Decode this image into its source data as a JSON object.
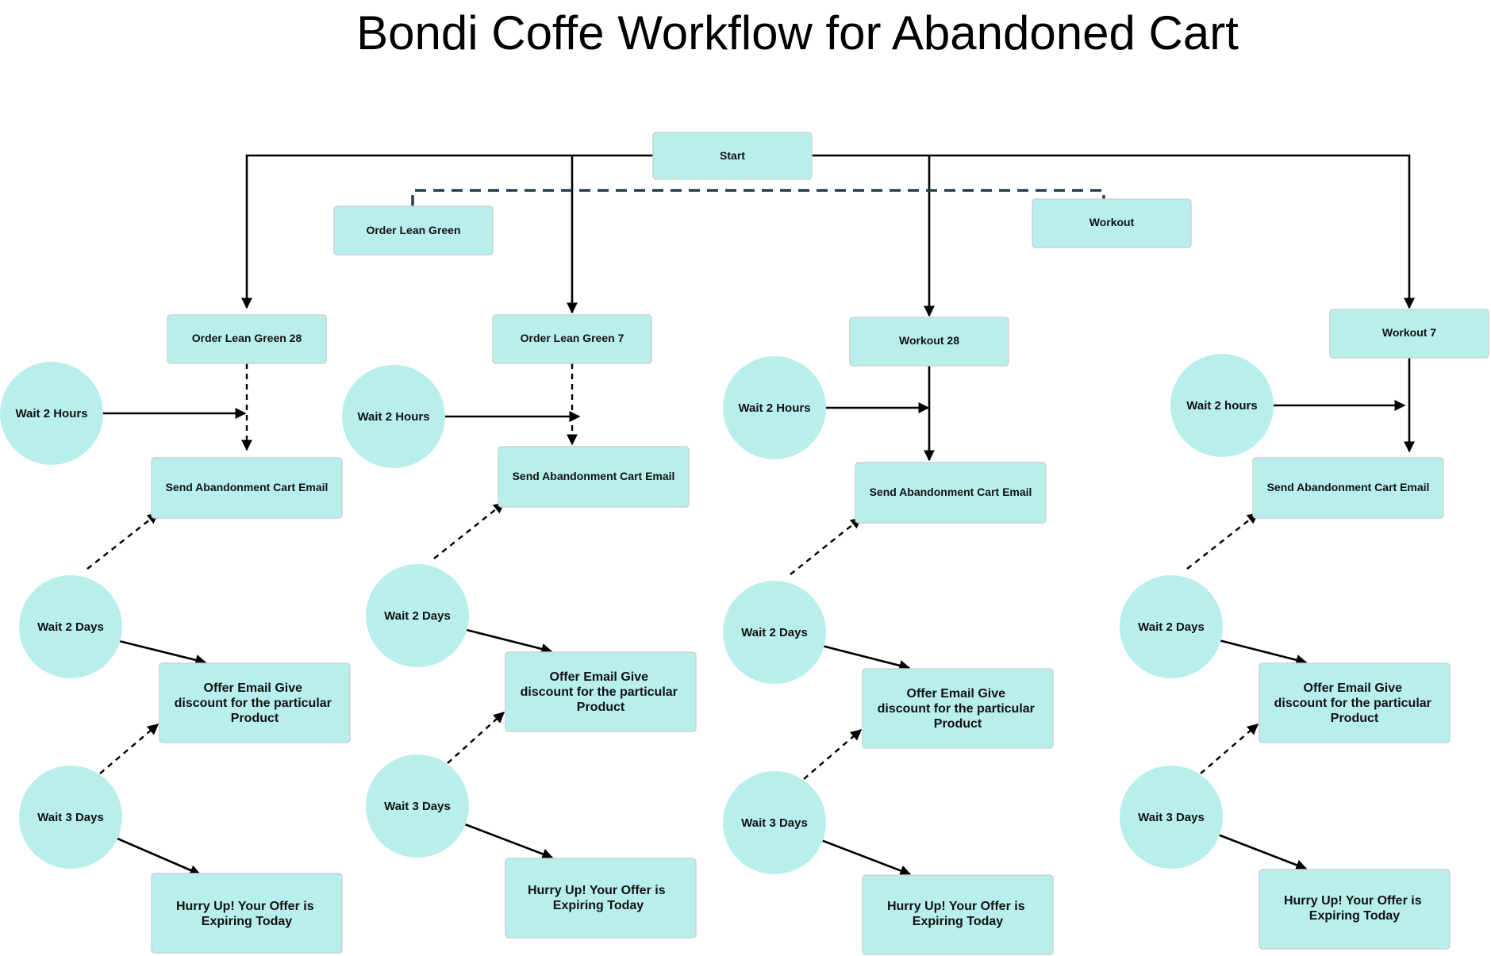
{
  "title": "Bondi Coffe Workflow for Abandoned Cart",
  "colors": {
    "node_fill": "#b8efed",
    "line": "#000000",
    "dashed_link": "#263d52"
  },
  "top": {
    "start": "Start",
    "order_lean_green": "Order Lean Green",
    "workout": "Workout"
  },
  "columns": [
    {
      "product": "Order Lean Green 28",
      "wait_hours": "Wait 2 Hours",
      "email": "Send Abandonment Cart Email",
      "wait_2_days": "Wait 2 Days",
      "offer": [
        "Offer Email Give",
        "discount for the particular",
        "Product"
      ],
      "wait_3_days": "Wait 3 Days",
      "hurry": [
        "Hurry Up! Your Offer is",
        "Expiring Today"
      ]
    },
    {
      "product": "Order Lean Green 7",
      "wait_hours": "Wait 2 Hours",
      "email": "Send Abandonment Cart Email",
      "wait_2_days": "Wait 2 Days",
      "offer": [
        "Offer Email Give",
        "discount for the particular",
        "Product"
      ],
      "wait_3_days": "Wait 3 Days",
      "hurry": [
        "Hurry Up! Your Offer is",
        "Expiring Today"
      ]
    },
    {
      "product": "Workout 28",
      "wait_hours": "Wait 2 Hours",
      "email": "Send Abandonment Cart Email",
      "wait_2_days": "Wait 2 Days",
      "offer": [
        "Offer Email Give",
        "discount for the particular",
        "Product"
      ],
      "wait_3_days": "Wait 3 Days",
      "hurry": [
        "Hurry Up! Your Offer is",
        "Expiring Today"
      ]
    },
    {
      "product": "Workout 7",
      "wait_hours": "Wait 2 hours",
      "email": "Send Abandonment Cart Email",
      "wait_2_days": "Wait 2 Days",
      "offer": [
        "Offer Email Give",
        "discount for the particular",
        "Product"
      ],
      "wait_3_days": "Wait 3 Days",
      "hurry": [
        "Hurry Up! Your Offer is",
        "Expiring Today"
      ]
    }
  ]
}
